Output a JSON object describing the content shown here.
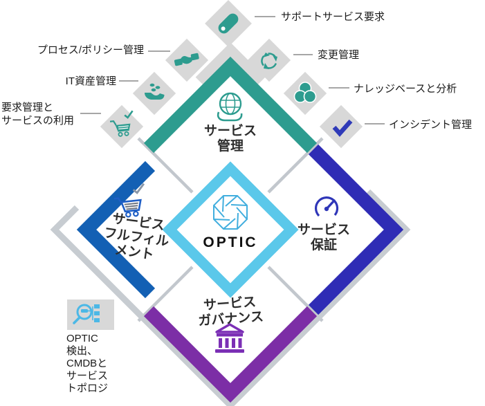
{
  "diagram": {
    "title_hidden": "",
    "center": {
      "product": "OPTIC",
      "icon": "aperture-icon"
    },
    "quadrants": {
      "top": {
        "label": "サービス\n管理",
        "icon": "globe-hand-icon",
        "color": "#2d9c8f"
      },
      "left": {
        "label": "サービス\nフルフィル\nメント",
        "icon": "cart-check-icon",
        "color": "#1360b4"
      },
      "right": {
        "label": "サービス\n保証",
        "icon": "gauge-icon",
        "color": "#2f2cb5"
      },
      "bottom": {
        "label": "サービス\nガバナンス",
        "icon": "bank-icon",
        "color": "#7c2ea6"
      }
    },
    "callouts": {
      "support": "サポートサービス要求",
      "process": "プロセス/ポリシー管理",
      "change": "変更管理",
      "asset": "IT資産管理",
      "knowledge": "ナレッジベースと分析",
      "request": "要求管理と\nサービスの利用",
      "incident": "インシデント管理"
    },
    "tiles": [
      {
        "icon": "tag-icon"
      },
      {
        "icon": "handshake-icon"
      },
      {
        "icon": "coins-hand-icon"
      },
      {
        "icon": "cart-check-icon"
      },
      {
        "icon": "recycle-arrows-icon"
      },
      {
        "icon": "venn-circles-icon"
      },
      {
        "icon": "checkmark-icon"
      },
      {
        "icon": "magnifier-topology-icon"
      }
    ],
    "caption": "OPTIC\n検出、\nCMDBと\nサービス\nトポロジ",
    "colors": {
      "teal": "#2d9c8f",
      "blue": "#1360b4",
      "cart_blue": "#1f5fc6",
      "indigo": "#2f2cb5",
      "icon_indigo": "#2f36b8",
      "purple": "#7c2ea6",
      "icon_purple": "#7b2fb5",
      "cyan": "#5bc8ea",
      "aperture_blue": "#41aede",
      "magnifier_cyan": "#4cb8e6",
      "tile_gray": "#d8d8d8",
      "border_gray": "#c7ccd1",
      "dash_gray": "#a6a6a6",
      "text": "#1a1a1a"
    }
  }
}
